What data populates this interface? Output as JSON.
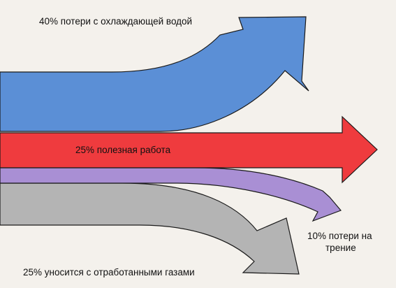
{
  "diagram": {
    "labels": {
      "cooling_water": "40% потери с охлаждающей водой",
      "useful_work": "25% полезная работа",
      "friction_line1": "10% потери на",
      "friction_line2": "трение",
      "exhaust": "25% уносится с отработанными газами"
    },
    "flows": [
      {
        "name": "cooling-water-loss",
        "percent": 40,
        "color": "#5b8fd6"
      },
      {
        "name": "useful-work",
        "percent": 25,
        "color": "#ef3b3e"
      },
      {
        "name": "friction-loss",
        "percent": 10,
        "color": "#a98fd4"
      },
      {
        "name": "exhaust-gas-loss",
        "percent": 25,
        "color": "#b4b4b4"
      }
    ],
    "colors": {
      "background": "#f4f1ec",
      "outline": "#1a1a1a"
    }
  }
}
